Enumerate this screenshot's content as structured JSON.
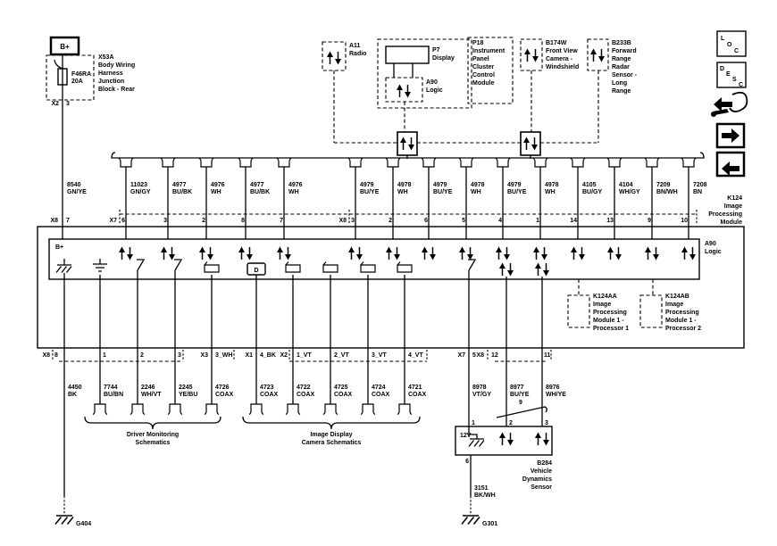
{
  "battery": {
    "label": "B+"
  },
  "junction": {
    "id": "X53A",
    "name": [
      "Body Wiring",
      "Harness",
      "Junction",
      "Block - Rear"
    ],
    "fuse_id": "F46RA",
    "fuse_rating": "20A",
    "conn": "X2",
    "pin": "3"
  },
  "top_modules": {
    "radio": {
      "id": "A11",
      "name": [
        "Radio"
      ]
    },
    "display": {
      "id": "P7",
      "name": [
        "Display"
      ]
    },
    "display_logic": {
      "id": "A90",
      "name": [
        "Logic"
      ]
    },
    "cluster": {
      "id": "P18",
      "name": [
        "Instrument",
        "Panel",
        "Cluster",
        "Control",
        "Module"
      ]
    },
    "camera": {
      "id": "B174W",
      "name": [
        "Front View",
        "Camera -",
        "Windshield"
      ]
    },
    "radar": {
      "id": "B233B",
      "name": [
        "Forward",
        "Range",
        "Radar",
        "Sensor -",
        "Long",
        "Range"
      ]
    }
  },
  "sidebar": {
    "loc": [
      "L",
      "O",
      "C"
    ],
    "desc": [
      "D",
      "E",
      "S",
      "C"
    ]
  },
  "k124": {
    "name": [
      "K124",
      "Image",
      "Processing",
      "Module"
    ],
    "bplus": "B+",
    "logic": [
      "A90",
      "Logic"
    ],
    "d_label": "D",
    "proc1": {
      "id": "K124AA",
      "name": [
        "Image",
        "Processing",
        "Module 1 -",
        "Processor 1"
      ]
    },
    "proc2": {
      "id": "K124AB",
      "name": [
        "Image",
        "Processing",
        "Module 1 -",
        "Processor 2"
      ]
    }
  },
  "top_conn": {
    "left": "X8",
    "mid": "X7",
    "right": "X8"
  },
  "top_wires": [
    {
      "num": "8540",
      "color": "GN/YE",
      "pin": "7"
    },
    {
      "num": "11023",
      "color": "GN/GY",
      "pin": "6"
    },
    {
      "num": "4977",
      "color": "BU/BK",
      "pin": "3"
    },
    {
      "num": "4976",
      "color": "WH",
      "pin": "2"
    },
    {
      "num": "4977",
      "color": "BU/BK",
      "pin": "8"
    },
    {
      "num": "4976",
      "color": "WH",
      "pin": "7"
    },
    {
      "num": "4979",
      "color": "BU/YE",
      "pin": "3"
    },
    {
      "num": "4978",
      "color": "WH",
      "pin": "2"
    },
    {
      "num": "4979",
      "color": "BU/YE",
      "pin": "6"
    },
    {
      "num": "4978",
      "color": "WH",
      "pin": "5"
    },
    {
      "num": "4979",
      "color": "BU/YE",
      "pin": "4"
    },
    {
      "num": "4978",
      "color": "WH",
      "pin": "1"
    },
    {
      "num": "4105",
      "color": "BU/GY",
      "pin": "14"
    },
    {
      "num": "4104",
      "color": "WH/GY",
      "pin": "13"
    },
    {
      "num": "7209",
      "color": "BN/WH",
      "pin": "9"
    },
    {
      "num": "7208",
      "color": "BN",
      "pin": "10"
    }
  ],
  "bottom_conn": {
    "c1": "X8",
    "c2": "X3",
    "c3": "X1",
    "c4": "X2",
    "c5": "X7",
    "c6": "X8"
  },
  "bottom_wires": [
    {
      "num": "4450",
      "color": "BK",
      "pin": "8"
    },
    {
      "num": "7744",
      "color": "BU/BN",
      "pin": "1"
    },
    {
      "num": "2246",
      "color": "WH/VT",
      "pin": "2"
    },
    {
      "num": "2245",
      "color": "YE/BU",
      "pin": "3"
    },
    {
      "num": "4726",
      "color": "COAX",
      "pin": "3_WH"
    },
    {
      "num": "4723",
      "color": "COAX",
      "pin": "4_BK"
    },
    {
      "num": "4722",
      "color": "COAX",
      "pin": "1_VT"
    },
    {
      "num": "4725",
      "color": "COAX",
      "pin": "2_VT"
    },
    {
      "num": "4724",
      "color": "COAX",
      "pin": "3_VT"
    },
    {
      "num": "4721",
      "color": "COAX",
      "pin": "4_VT"
    },
    {
      "num": "8978",
      "color": "VT/GY",
      "pin": "5"
    },
    {
      "num": "8977",
      "color": "BU/YE",
      "pin": "12"
    },
    {
      "num": "8976",
      "color": "WH/YE",
      "pin": "11"
    }
  ],
  "groups": [
    {
      "line1": "Driver Monitoring",
      "line2": "Schematics"
    },
    {
      "line1": "Image Display",
      "line2": "Camera Schematics"
    }
  ],
  "sensor": {
    "name": [
      "B284",
      "Vehicle",
      "Dynamics",
      "Sensor"
    ],
    "supply": "12V",
    "pin1": "1",
    "pin2": "2",
    "pin3": "3",
    "pin6": "6",
    "twist_label": "9"
  },
  "ground_wire": {
    "num": "3151",
    "color": "BK/WH"
  },
  "grounds": {
    "left": "G404",
    "right": "G301"
  }
}
